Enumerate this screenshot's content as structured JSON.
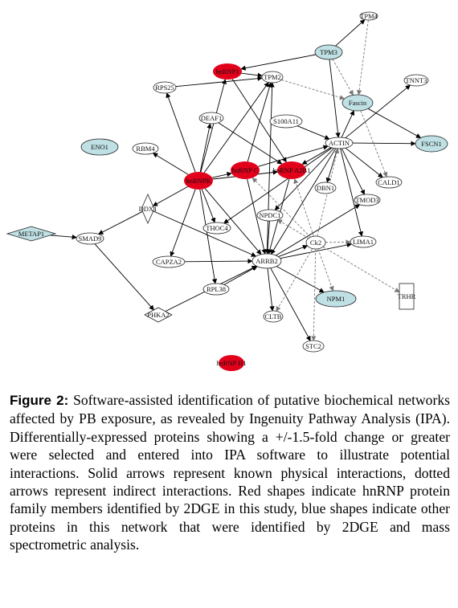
{
  "colors": {
    "hnrnp": "#e3001b",
    "ipa_identified": "#bfe0e4",
    "other": "#ffffff",
    "edge": "#000000",
    "indirect_edge": "#777777"
  },
  "nodes": [
    {
      "id": "TPM4",
      "label": "TPM4",
      "kind": "other",
      "shape": "ellipse"
    },
    {
      "id": "TPM3",
      "label": "TPM3",
      "kind": "ipa",
      "shape": "ellipse"
    },
    {
      "id": "hnRNP1",
      "label": "hnRNP1",
      "kind": "hnrnp",
      "shape": "ellipse"
    },
    {
      "id": "TPM2",
      "label": "TPM2",
      "kind": "other",
      "shape": "ellipse"
    },
    {
      "id": "TNNT3",
      "label": "TNNT3",
      "kind": "other",
      "shape": "ellipse"
    },
    {
      "id": "RPS25",
      "label": "RPS25",
      "kind": "other",
      "shape": "ellipse"
    },
    {
      "id": "Fascin",
      "label": "Fascin",
      "kind": "ipa",
      "shape": "ellipse"
    },
    {
      "id": "DEAF1",
      "label": "DEAF1",
      "kind": "other",
      "shape": "ellipse"
    },
    {
      "id": "S100A11",
      "label": "S100A11",
      "kind": "other",
      "shape": "ellipse"
    },
    {
      "id": "ENO1",
      "label": "ENO1",
      "kind": "ipa",
      "shape": "ellipse"
    },
    {
      "id": "RBM4",
      "label": "RBM4",
      "kind": "other",
      "shape": "ellipse"
    },
    {
      "id": "ACTIN",
      "label": "ACTIN",
      "kind": "other",
      "shape": "ellipse"
    },
    {
      "id": "FSCN1",
      "label": "FSCN1",
      "kind": "ipa",
      "shape": "ellipse"
    },
    {
      "id": "hnRNPK",
      "label": "hnRNPK",
      "kind": "hnrnp",
      "shape": "ellipse"
    },
    {
      "id": "hnRNPC",
      "label": "hnRNP C",
      "kind": "hnrnp",
      "shape": "ellipse"
    },
    {
      "id": "hnRNPA2B1",
      "label": "hnRNP A2B1",
      "kind": "hnrnp",
      "shape": "ellipse"
    },
    {
      "id": "CALD1",
      "label": "CALD1",
      "kind": "other",
      "shape": "ellipse"
    },
    {
      "id": "DBN1",
      "label": "DBN1",
      "kind": "other",
      "shape": "ellipse"
    },
    {
      "id": "TMOD3",
      "label": "TMOD3",
      "kind": "other",
      "shape": "ellipse"
    },
    {
      "id": "DDX1",
      "label": "DDX1",
      "kind": "other",
      "shape": "diamond"
    },
    {
      "id": "NPDC1",
      "label": "NPDC1",
      "kind": "other",
      "shape": "ellipse"
    },
    {
      "id": "THOC4",
      "label": "THOC4",
      "kind": "other",
      "shape": "ellipse"
    },
    {
      "id": "METAP1",
      "label": "METAP1",
      "kind": "ipa",
      "shape": "diamond"
    },
    {
      "id": "SMAD9",
      "label": "SMAD9",
      "kind": "other",
      "shape": "ellipse"
    },
    {
      "id": "Ck2",
      "label": "Ck2",
      "kind": "other",
      "shape": "ellipse"
    },
    {
      "id": "LIMA1",
      "label": "LIMA1",
      "kind": "other",
      "shape": "ellipse"
    },
    {
      "id": "CAPZA2",
      "label": "CAPZA2",
      "kind": "other",
      "shape": "ellipse"
    },
    {
      "id": "ARRB2",
      "label": "ARRB2",
      "kind": "other",
      "shape": "ellipse"
    },
    {
      "id": "RPL38",
      "label": "RPL38",
      "kind": "other",
      "shape": "ellipse"
    },
    {
      "id": "NPM1",
      "label": "NPM1",
      "kind": "ipa",
      "shape": "ellipse"
    },
    {
      "id": "TRHR",
      "label": "TRHR",
      "kind": "other",
      "shape": "rect"
    },
    {
      "id": "PHKA2",
      "label": "PHKA2",
      "kind": "other",
      "shape": "diamond"
    },
    {
      "id": "CLTB",
      "label": "CLTB",
      "kind": "other",
      "shape": "ellipse"
    },
    {
      "id": "STC2",
      "label": "STC2",
      "kind": "other",
      "shape": "ellipse"
    },
    {
      "id": "hnRNPH1",
      "label": "hnRNP H1",
      "kind": "hnrnp",
      "shape": "ellipse"
    }
  ],
  "edges": [
    {
      "from": "TPM3",
      "to": "TPM4",
      "style": "solid"
    },
    {
      "from": "TPM4",
      "to": "Fascin",
      "style": "dotted"
    },
    {
      "from": "TPM3",
      "to": "hnRNP1",
      "style": "solid"
    },
    {
      "from": "TPM3",
      "to": "Fascin",
      "style": "dotted"
    },
    {
      "from": "TPM2",
      "to": "Fascin",
      "style": "dotted"
    },
    {
      "from": "TPM3",
      "to": "ACTIN",
      "style": "solid"
    },
    {
      "from": "hnRNP1",
      "to": "TPM2",
      "style": "solid"
    },
    {
      "from": "hnRNP1",
      "to": "hnRNPA2B1",
      "style": "solid"
    },
    {
      "from": "RPS25",
      "to": "TPM2",
      "style": "solid"
    },
    {
      "from": "hnRNPK",
      "to": "RPS25",
      "style": "solid"
    },
    {
      "from": "hnRNPK",
      "to": "hnRNP1",
      "style": "solid"
    },
    {
      "from": "hnRNPK",
      "to": "TPM2",
      "style": "solid"
    },
    {
      "from": "hnRNPC",
      "to": "TPM2",
      "style": "solid"
    },
    {
      "from": "Fascin",
      "to": "FSCN1",
      "style": "solid"
    },
    {
      "from": "Fascin",
      "to": "CALD1",
      "style": "dotted"
    },
    {
      "from": "ACTIN",
      "to": "Fascin",
      "style": "solid"
    },
    {
      "from": "ACTIN",
      "to": "TNNT3",
      "style": "solid"
    },
    {
      "from": "ACTIN",
      "to": "FSCN1",
      "style": "solid"
    },
    {
      "from": "S100A11",
      "to": "ACTIN",
      "style": "solid"
    },
    {
      "from": "DEAF1",
      "to": "hnRNPA2B1",
      "style": "solid"
    },
    {
      "from": "hnRNPK",
      "to": "DEAF1",
      "style": "solid"
    },
    {
      "from": "hnRNPK",
      "to": "RBM4",
      "style": "solid"
    },
    {
      "from": "hnRNPK",
      "to": "hnRNPC",
      "style": "solid"
    },
    {
      "from": "hnRNPK",
      "to": "hnRNPA2B1",
      "style": "solid"
    },
    {
      "from": "hnRNPC",
      "to": "ACTIN",
      "style": "solid"
    },
    {
      "from": "ACTIN",
      "to": "CALD1",
      "style": "solid"
    },
    {
      "from": "ACTIN",
      "to": "DBN1",
      "style": "solid"
    },
    {
      "from": "ACTIN",
      "to": "TMOD3",
      "style": "solid"
    },
    {
      "from": "ACTIN",
      "to": "LIMA1",
      "style": "solid"
    },
    {
      "from": "ACTIN",
      "to": "hnRNPA2B1",
      "style": "solid"
    },
    {
      "from": "ACTIN",
      "to": "ARRB2",
      "style": "solid"
    },
    {
      "from": "ACTIN",
      "to": "THOC4",
      "style": "solid"
    },
    {
      "from": "ACTIN",
      "to": "NPDC1",
      "style": "solid"
    },
    {
      "from": "hnRNPK",
      "to": "DDX1",
      "style": "solid"
    },
    {
      "from": "hnRNPK",
      "to": "THOC4",
      "style": "solid"
    },
    {
      "from": "hnRNPK",
      "to": "CAPZA2",
      "style": "solid"
    },
    {
      "from": "hnRNPK",
      "to": "RPL38",
      "style": "solid"
    },
    {
      "from": "hnRNPK",
      "to": "ARRB2",
      "style": "solid"
    },
    {
      "from": "hnRNPC",
      "to": "ARRB2",
      "style": "solid"
    },
    {
      "from": "hnRNPA2B1",
      "to": "ARRB2",
      "style": "solid"
    },
    {
      "from": "ARRB2",
      "to": "TPM2",
      "style": "solid"
    },
    {
      "from": "DDX1",
      "to": "SMAD9",
      "style": "solid"
    },
    {
      "from": "DDX1",
      "to": "ARRB2",
      "style": "solid"
    },
    {
      "from": "METAP1",
      "to": "SMAD9",
      "style": "solid"
    },
    {
      "from": "SMAD9",
      "to": "PHKA2",
      "style": "solid"
    },
    {
      "from": "PHKA2",
      "to": "ARRB2",
      "style": "solid"
    },
    {
      "from": "CAPZA2",
      "to": "ARRB2",
      "style": "solid"
    },
    {
      "from": "RPL38",
      "to": "ARRB2",
      "style": "solid"
    },
    {
      "from": "ARRB2",
      "to": "NPM1",
      "style": "solid"
    },
    {
      "from": "ARRB2",
      "to": "CLTB",
      "style": "solid"
    },
    {
      "from": "ARRB2",
      "to": "STC2",
      "style": "solid"
    },
    {
      "from": "ARRB2",
      "to": "Ck2",
      "style": "solid"
    },
    {
      "from": "ARRB2",
      "to": "LIMA1",
      "style": "solid"
    },
    {
      "from": "ARRB2",
      "to": "TMOD3",
      "style": "solid"
    },
    {
      "from": "NPDC1",
      "to": "ARRB2",
      "style": "solid"
    },
    {
      "from": "Ck2",
      "to": "hnRNPA2B1",
      "style": "dotted"
    },
    {
      "from": "Ck2",
      "to": "hnRNPC",
      "style": "dotted"
    },
    {
      "from": "Ck2",
      "to": "ACTIN",
      "style": "dotted"
    },
    {
      "from": "Ck2",
      "to": "NPDC1",
      "style": "dotted"
    },
    {
      "from": "Ck2",
      "to": "NPM1",
      "style": "dotted"
    },
    {
      "from": "Ck2",
      "to": "TRHR",
      "style": "dotted"
    },
    {
      "from": "Ck2",
      "to": "CLTB",
      "style": "dotted"
    },
    {
      "from": "Ck2",
      "to": "STC2",
      "style": "dotted"
    },
    {
      "from": "Ck2",
      "to": "LIMA1",
      "style": "dotted"
    }
  ],
  "caption": {
    "lead": "Figure 2:",
    "text": " Software-assisted identification of putative biochemical networks affected by PB exposure, as revealed by Ingenuity Pathway Analysis (IPA). Differentially-expressed proteins showing a +/-1.5-fold change or greater were selected and entered into IPA software to illustrate potential interactions. Solid arrows represent known physical interactions, dotted arrows represent indirect interactions. Red shapes indicate hnRNP protein family members identified by 2DGE in this study, blue shapes indicate other proteins in this network that were identified by 2DGE and mass spectrometric analysis."
  }
}
